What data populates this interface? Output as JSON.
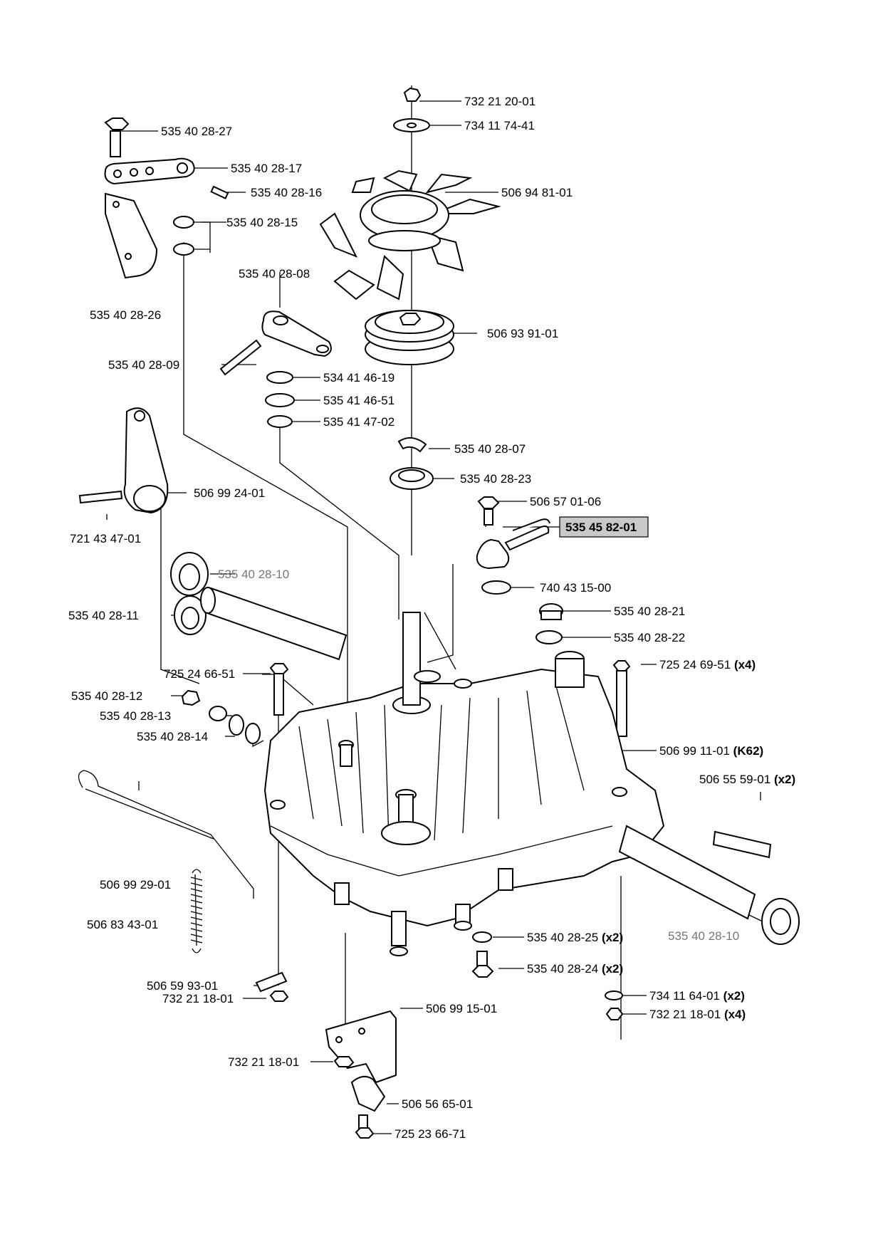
{
  "parts": [
    {
      "id": "p1",
      "number": "732 21 20-01",
      "qty": ""
    },
    {
      "id": "p2",
      "number": "734 11 74-41",
      "qty": ""
    },
    {
      "id": "p3",
      "number": "535 40 28-27",
      "qty": ""
    },
    {
      "id": "p4",
      "number": "535 40 28-17",
      "qty": ""
    },
    {
      "id": "p5",
      "number": "535 40 28-16",
      "qty": ""
    },
    {
      "id": "p6",
      "number": "506 94 81-01",
      "qty": ""
    },
    {
      "id": "p7",
      "number": "535 40 28-15",
      "qty": ""
    },
    {
      "id": "p8",
      "number": "535 40 28-08",
      "qty": ""
    },
    {
      "id": "p9",
      "number": "535 40 28-26",
      "qty": ""
    },
    {
      "id": "p10",
      "number": "506 93 91-01",
      "qty": ""
    },
    {
      "id": "p11",
      "number": "535 40 28-09",
      "qty": ""
    },
    {
      "id": "p12",
      "number": "534 41 46-19",
      "qty": ""
    },
    {
      "id": "p13",
      "number": "535 41 46-51",
      "qty": ""
    },
    {
      "id": "p14",
      "number": "535 41 47-02",
      "qty": ""
    },
    {
      "id": "p15",
      "number": "535 40 28-07",
      "qty": ""
    },
    {
      "id": "p16",
      "number": "535 40 28-23",
      "qty": ""
    },
    {
      "id": "p17",
      "number": "506 99 24-01",
      "qty": ""
    },
    {
      "id": "p18",
      "number": "506 57 01-06",
      "qty": ""
    },
    {
      "id": "p19",
      "number": "535 45 82-01",
      "qty": "",
      "highlighted": true
    },
    {
      "id": "p20",
      "number": "721 43 47-01",
      "qty": ""
    },
    {
      "id": "p21",
      "number": "535 40 28-10",
      "qty": "",
      "gray": true
    },
    {
      "id": "p22",
      "number": "740 43 15-00",
      "qty": ""
    },
    {
      "id": "p23",
      "number": "535 40 28-21",
      "qty": ""
    },
    {
      "id": "p24",
      "number": "535 40 28-11",
      "qty": ""
    },
    {
      "id": "p25",
      "number": "535 40 28-22",
      "qty": ""
    },
    {
      "id": "p26",
      "number": "725 24 66-51",
      "qty": ""
    },
    {
      "id": "p27",
      "number": "725 24 69-51",
      "qty": "(x4)"
    },
    {
      "id": "p28",
      "number": "535 40 28-12",
      "qty": ""
    },
    {
      "id": "p29",
      "number": "535 40 28-13",
      "qty": ""
    },
    {
      "id": "p30",
      "number": "535 40 28-14",
      "qty": ""
    },
    {
      "id": "p31",
      "number": "506 99 11-01",
      "qty": "(K62)"
    },
    {
      "id": "p32",
      "number": "506 55 59-01",
      "qty": "(x2)"
    },
    {
      "id": "p33",
      "number": "506 99 29-01",
      "qty": ""
    },
    {
      "id": "p34",
      "number": "506 83 43-01",
      "qty": ""
    },
    {
      "id": "p35",
      "number": "535 40 28-25",
      "qty": "(x2)"
    },
    {
      "id": "p36",
      "number": "535 40 28-10",
      "qty": "",
      "gray": true
    },
    {
      "id": "p37",
      "number": "535 40 28-24",
      "qty": "(x2)"
    },
    {
      "id": "p38",
      "number": "506 59 93-01",
      "qty": ""
    },
    {
      "id": "p39",
      "number": "734 11 64-01",
      "qty": "(x2)"
    },
    {
      "id": "p40",
      "number": "732 21 18-01",
      "qty": ""
    },
    {
      "id": "p41",
      "number": "732 21 18-01",
      "qty": "(x4)"
    },
    {
      "id": "p42",
      "number": "506 99 15-01",
      "qty": ""
    },
    {
      "id": "p43",
      "number": "732 21 18-01",
      "qty": ""
    },
    {
      "id": "p44",
      "number": "506 56 65-01",
      "qty": ""
    },
    {
      "id": "p45",
      "number": "725 23 66-71",
      "qty": ""
    }
  ],
  "colors": {
    "line": "#000000",
    "highlight": "#c9c9c9",
    "gray_label": "#777777"
  }
}
